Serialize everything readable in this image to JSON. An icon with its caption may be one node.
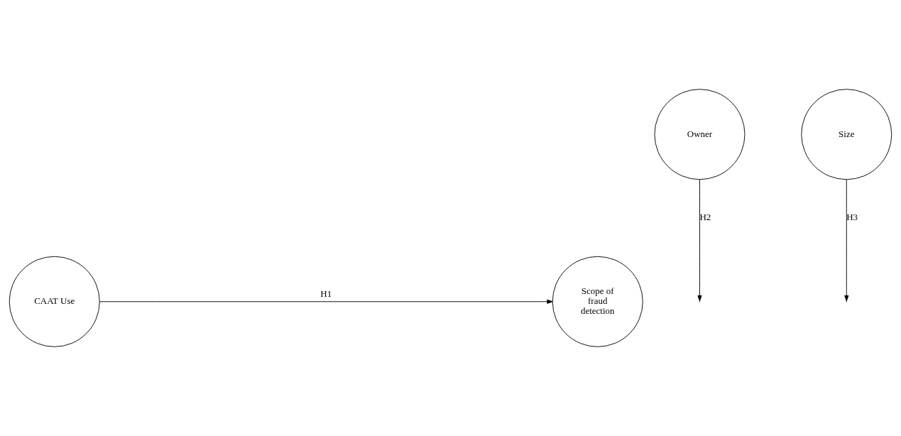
{
  "diagram": {
    "nodes": [
      {
        "text": [
          "CAAT Use"
        ]
      },
      {
        "text": [
          "Owner"
        ]
      },
      {
        "text": [
          "Size"
        ]
      },
      {
        "text": [
          "Scope of fraud detection"
        ]
      }
    ],
    "edges": [
      {
        "from": 0,
        "to": 3,
        "arrow": "to",
        "label": "H1"
      },
      {
        "from": 1,
        "to": null,
        "arrow": "to",
        "label": "H2"
      },
      {
        "from": 2,
        "to": null,
        "arrow": "to",
        "label": "H3"
      }
    ]
  }
}
